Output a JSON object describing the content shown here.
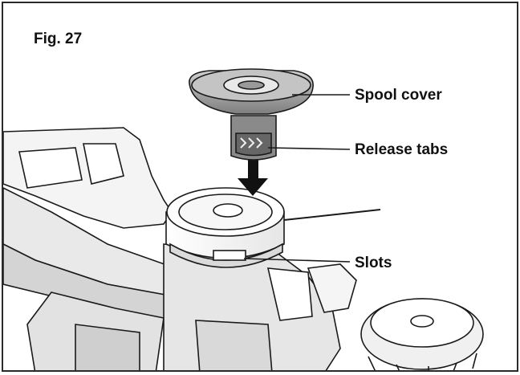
{
  "figure": {
    "title": "Fig. 27"
  },
  "callouts": {
    "spool_cover": "Spool cover",
    "release_tabs": "Release tabs",
    "slots": "Slots"
  },
  "colors": {
    "line": "#1a1a1a",
    "part_light": "#f2f2f2",
    "part_mid": "#d9d9d9",
    "part_dark": "#8c8c8c"
  }
}
